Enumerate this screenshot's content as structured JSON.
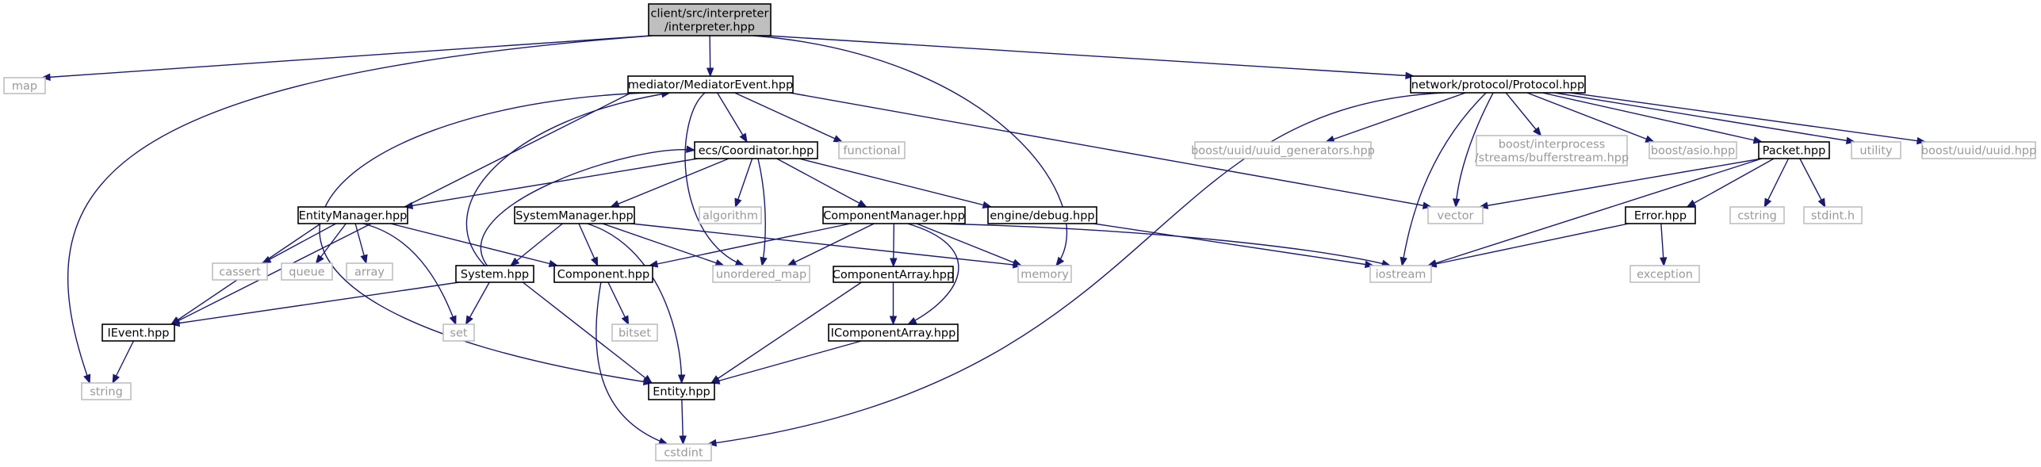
{
  "colors": {
    "edge": "#191970",
    "internal_border": "#000000",
    "external_border": "#bfbfbf",
    "external_text": "#999999",
    "root_fill": "#bfbfbf"
  },
  "nodes": [
    {
      "id": "root",
      "lines": [
        "client/src/interpreter",
        "/interpreter.hpp"
      ],
      "kind": "root"
    },
    {
      "id": "map",
      "lines": [
        "map"
      ],
      "kind": "external"
    },
    {
      "id": "mediator",
      "lines": [
        "mediator/MediatorEvent.hpp"
      ],
      "kind": "internal"
    },
    {
      "id": "protocol",
      "lines": [
        "network/protocol/Protocol.hpp"
      ],
      "kind": "internal"
    },
    {
      "id": "coordinator",
      "lines": [
        "ecs/Coordinator.hpp"
      ],
      "kind": "internal"
    },
    {
      "id": "functional",
      "lines": [
        "functional"
      ],
      "kind": "external"
    },
    {
      "id": "uuidgen",
      "lines": [
        "boost/uuid/uuid_generators.hpp"
      ],
      "kind": "external"
    },
    {
      "id": "bufferstream",
      "lines": [
        "boost/interprocess",
        "/streams/bufferstream.hpp"
      ],
      "kind": "external"
    },
    {
      "id": "asio",
      "lines": [
        "boost/asio.hpp"
      ],
      "kind": "external"
    },
    {
      "id": "packet",
      "lines": [
        "Packet.hpp"
      ],
      "kind": "internal"
    },
    {
      "id": "utility",
      "lines": [
        "utility"
      ],
      "kind": "external"
    },
    {
      "id": "uuid",
      "lines": [
        "boost/uuid/uuid.hpp"
      ],
      "kind": "external"
    },
    {
      "id": "entitymanager",
      "lines": [
        "EntityManager.hpp"
      ],
      "kind": "internal"
    },
    {
      "id": "algorithm",
      "lines": [
        "algorithm"
      ],
      "kind": "external"
    },
    {
      "id": "systemmanager",
      "lines": [
        "SystemManager.hpp"
      ],
      "kind": "internal"
    },
    {
      "id": "componentmanager",
      "lines": [
        "ComponentManager.hpp"
      ],
      "kind": "internal"
    },
    {
      "id": "debug",
      "lines": [
        "engine/debug.hpp"
      ],
      "kind": "internal"
    },
    {
      "id": "vector",
      "lines": [
        "vector"
      ],
      "kind": "external"
    },
    {
      "id": "cstring",
      "lines": [
        "cstring"
      ],
      "kind": "external"
    },
    {
      "id": "stdint",
      "lines": [
        "stdint.h"
      ],
      "kind": "external"
    },
    {
      "id": "error",
      "lines": [
        "Error.hpp"
      ],
      "kind": "internal"
    },
    {
      "id": "cassert",
      "lines": [
        "cassert"
      ],
      "kind": "external"
    },
    {
      "id": "queue",
      "lines": [
        "queue"
      ],
      "kind": "external"
    },
    {
      "id": "array",
      "lines": [
        "array"
      ],
      "kind": "external"
    },
    {
      "id": "system",
      "lines": [
        "System.hpp"
      ],
      "kind": "internal"
    },
    {
      "id": "component",
      "lines": [
        "Component.hpp"
      ],
      "kind": "internal"
    },
    {
      "id": "unordered_map",
      "lines": [
        "unordered_map"
      ],
      "kind": "external"
    },
    {
      "id": "componentarray",
      "lines": [
        "ComponentArray.hpp"
      ],
      "kind": "internal"
    },
    {
      "id": "memory",
      "lines": [
        "memory"
      ],
      "kind": "external"
    },
    {
      "id": "iostream",
      "lines": [
        "iostream"
      ],
      "kind": "external"
    },
    {
      "id": "exception",
      "lines": [
        "exception"
      ],
      "kind": "external"
    },
    {
      "id": "ievent",
      "lines": [
        "IEvent.hpp"
      ],
      "kind": "internal"
    },
    {
      "id": "set",
      "lines": [
        "set"
      ],
      "kind": "external"
    },
    {
      "id": "bitset",
      "lines": [
        "bitset"
      ],
      "kind": "external"
    },
    {
      "id": "icomponentarray",
      "lines": [
        "IComponentArray.hpp"
      ],
      "kind": "internal"
    },
    {
      "id": "string",
      "lines": [
        "string"
      ],
      "kind": "external"
    },
    {
      "id": "entity",
      "lines": [
        "Entity.hpp"
      ],
      "kind": "internal"
    },
    {
      "id": "cstdint",
      "lines": [
        "cstdint"
      ],
      "kind": "external"
    }
  ],
  "edges": [
    [
      "root",
      "map"
    ],
    [
      "root",
      "mediator"
    ],
    [
      "root",
      "protocol"
    ],
    [
      "root",
      "string"
    ],
    [
      "root",
      "memory"
    ],
    [
      "mediator",
      "coordinator"
    ],
    [
      "mediator",
      "functional"
    ],
    [
      "mediator",
      "vector"
    ],
    [
      "mediator",
      "unordered_map"
    ],
    [
      "mediator",
      "entity"
    ],
    [
      "mediator",
      "ievent"
    ],
    [
      "coordinator",
      "entitymanager"
    ],
    [
      "coordinator",
      "algorithm"
    ],
    [
      "coordinator",
      "systemmanager"
    ],
    [
      "coordinator",
      "componentmanager"
    ],
    [
      "coordinator",
      "debug"
    ],
    [
      "coordinator",
      "unordered_map"
    ],
    [
      "protocol",
      "uuidgen"
    ],
    [
      "protocol",
      "bufferstream"
    ],
    [
      "protocol",
      "asio"
    ],
    [
      "protocol",
      "packet"
    ],
    [
      "protocol",
      "utility"
    ],
    [
      "protocol",
      "uuid"
    ],
    [
      "protocol",
      "vector"
    ],
    [
      "protocol",
      "iostream"
    ],
    [
      "protocol",
      "cstdint"
    ],
    [
      "packet",
      "vector"
    ],
    [
      "packet",
      "cstring"
    ],
    [
      "packet",
      "stdint"
    ],
    [
      "packet",
      "error"
    ],
    [
      "packet",
      "iostream"
    ],
    [
      "error",
      "exception"
    ],
    [
      "error",
      "iostream"
    ],
    [
      "entitymanager",
      "cassert"
    ],
    [
      "entitymanager",
      "queue"
    ],
    [
      "entitymanager",
      "array"
    ],
    [
      "entitymanager",
      "set"
    ],
    [
      "entitymanager",
      "component"
    ],
    [
      "entitymanager",
      "ievent"
    ],
    [
      "systemmanager",
      "system"
    ],
    [
      "systemmanager",
      "component"
    ],
    [
      "systemmanager",
      "unordered_map"
    ],
    [
      "systemmanager",
      "memory"
    ],
    [
      "systemmanager",
      "entity"
    ],
    [
      "componentmanager",
      "component"
    ],
    [
      "componentmanager",
      "unordered_map"
    ],
    [
      "componentmanager",
      "componentarray"
    ],
    [
      "componentmanager",
      "icomponentarray"
    ],
    [
      "componentmanager",
      "memory"
    ],
    [
      "componentmanager",
      "iostream"
    ],
    [
      "componentarray",
      "icomponentarray"
    ],
    [
      "componentarray",
      "entity"
    ],
    [
      "icomponentarray",
      "entity"
    ],
    [
      "debug",
      "iostream"
    ],
    [
      "system",
      "set"
    ],
    [
      "system",
      "ievent"
    ],
    [
      "system",
      "entity"
    ],
    [
      "system",
      "mediator"
    ],
    [
      "system",
      "coordinator"
    ],
    [
      "component",
      "bitset"
    ],
    [
      "component",
      "cstdint"
    ],
    [
      "entity",
      "cstdint"
    ],
    [
      "ievent",
      "string"
    ]
  ]
}
